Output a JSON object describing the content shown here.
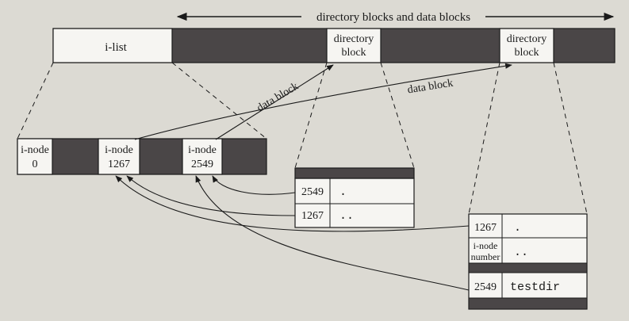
{
  "banner": "directory blocks and data blocks",
  "ilist": "i-list",
  "dir_block": [
    "directory",
    "block"
  ],
  "dir_block2": [
    "directory",
    "block"
  ],
  "data_block": "data block",
  "data_block2": "data block",
  "inodes": [
    {
      "line1": "i-node",
      "line2": "0"
    },
    {
      "line1": "i-node",
      "line2": "1267"
    },
    {
      "line1": "i-node",
      "line2": "2549"
    }
  ],
  "dir1": [
    {
      "inode": "2549",
      "name": "."
    },
    {
      "inode": "1267",
      "name": ".."
    }
  ],
  "dir2": [
    {
      "inode": "1267",
      "name": "."
    },
    {
      "inode_line1": "i-node",
      "inode_line2": "number",
      "name": ".."
    },
    {
      "inode": "2549",
      "name": "testdir"
    }
  ],
  "colors": {
    "background": "#dcdad3",
    "shaded": "#4a4647",
    "box": "#f6f5f2",
    "line": "#1a1a1a"
  }
}
